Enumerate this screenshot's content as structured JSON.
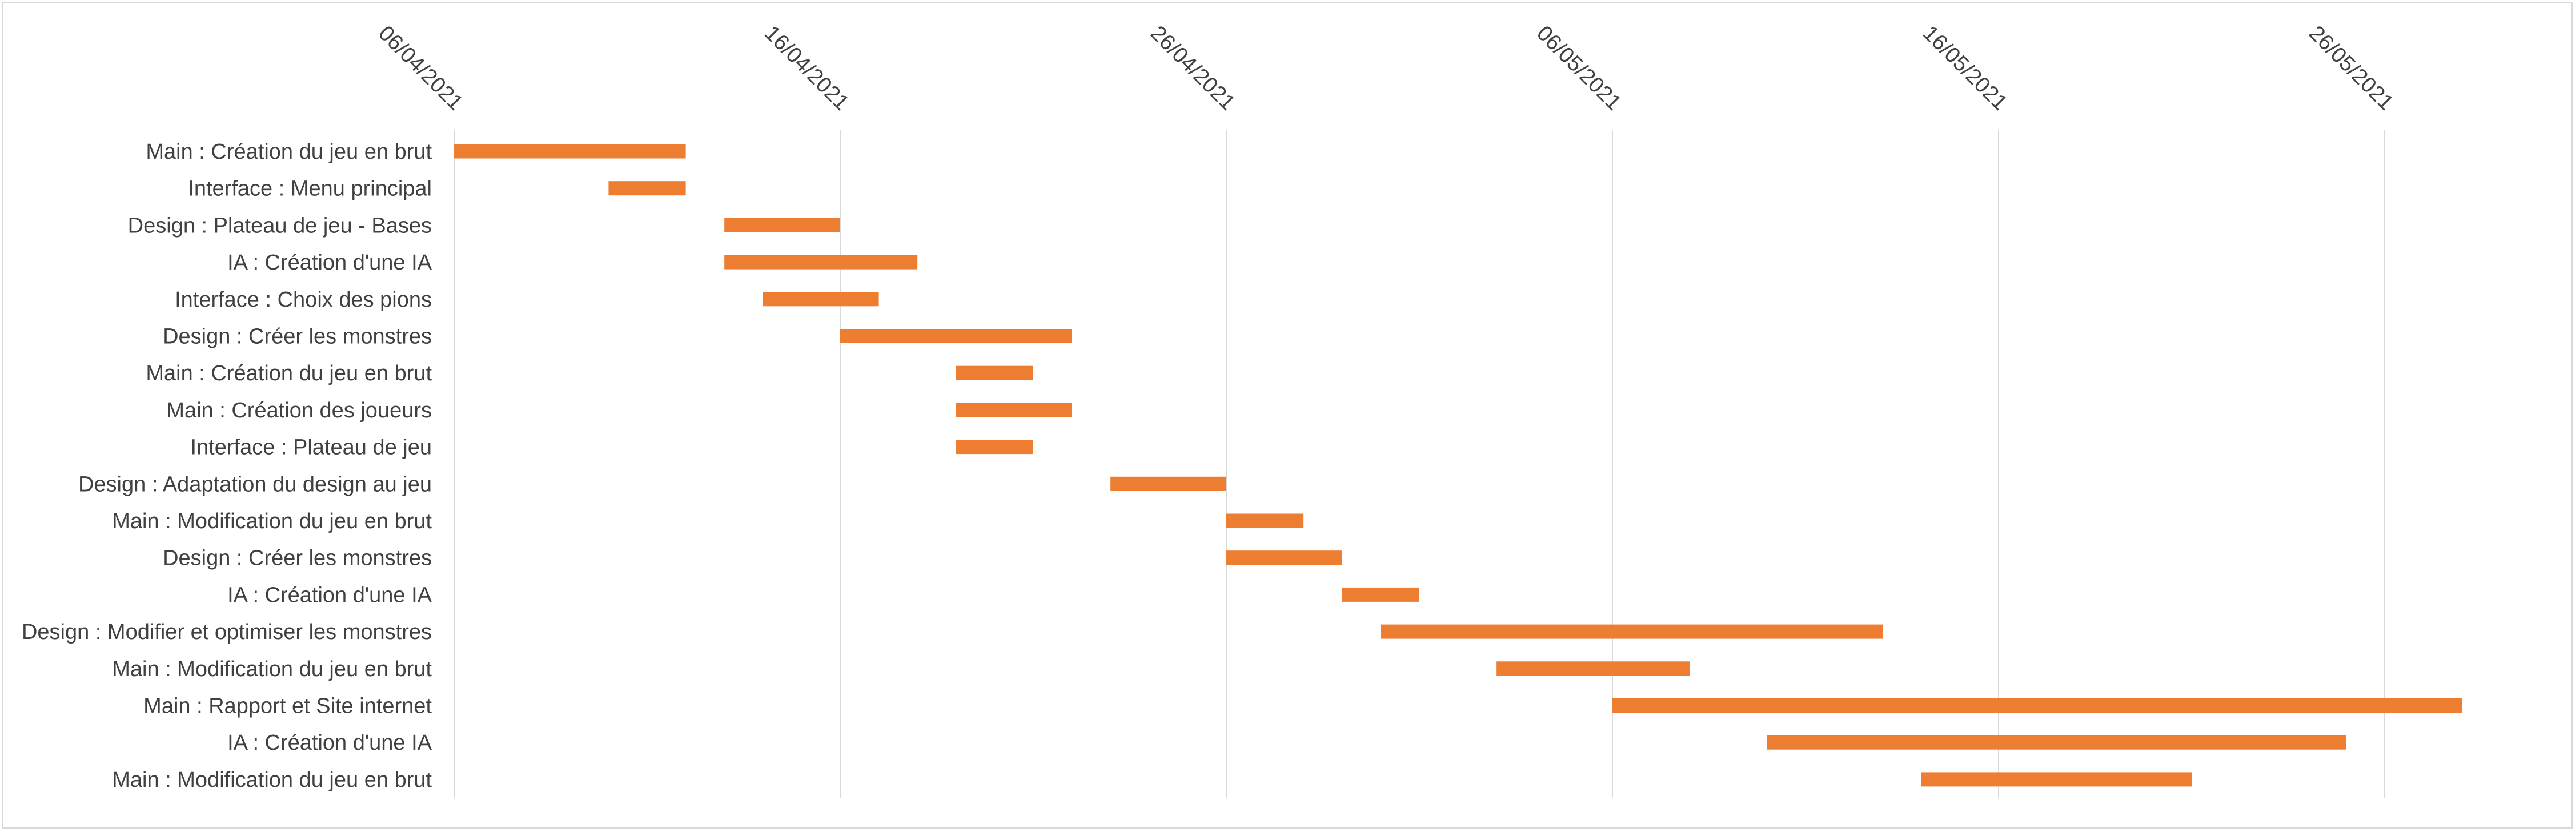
{
  "chart_data": {
    "type": "bar",
    "orientation": "horizontal-gantt",
    "title": "",
    "xlabel": "",
    "ylabel": "",
    "x_axis_position": "top",
    "grid": "vertical",
    "bar_color": "#ed7d31",
    "xlim": [
      "2021-04-06",
      "2021-05-28"
    ],
    "x_ticks": [
      "06/04/2021",
      "16/04/2021",
      "26/04/2021",
      "06/05/2021",
      "16/05/2021",
      "26/05/2021"
    ],
    "tasks": [
      {
        "label": "Main : Création du jeu en brut",
        "start": "2021-04-06",
        "end": "2021-04-12"
      },
      {
        "label": "Interface : Menu principal",
        "start": "2021-04-10",
        "end": "2021-04-12"
      },
      {
        "label": "Design : Plateau de jeu - Bases",
        "start": "2021-04-13",
        "end": "2021-04-16"
      },
      {
        "label": "IA : Création d'une IA",
        "start": "2021-04-13",
        "end": "2021-04-18"
      },
      {
        "label": "Interface : Choix des pions",
        "start": "2021-04-14",
        "end": "2021-04-17"
      },
      {
        "label": "Design : Créer les monstres",
        "start": "2021-04-16",
        "end": "2021-04-22"
      },
      {
        "label": "Main : Création du jeu en brut",
        "start": "2021-04-19",
        "end": "2021-04-21"
      },
      {
        "label": "Main : Création des joueurs",
        "start": "2021-04-19",
        "end": "2021-04-22"
      },
      {
        "label": "Interface : Plateau de jeu",
        "start": "2021-04-19",
        "end": "2021-04-21"
      },
      {
        "label": "Design : Adaptation du design au jeu",
        "start": "2021-04-23",
        "end": "2021-04-26"
      },
      {
        "label": "Main : Modification du jeu en brut",
        "start": "2021-04-26",
        "end": "2021-04-28"
      },
      {
        "label": "Design : Créer les monstres",
        "start": "2021-04-26",
        "end": "2021-04-29"
      },
      {
        "label": "IA : Création d'une IA",
        "start": "2021-04-29",
        "end": "2021-05-01"
      },
      {
        "label": "Design : Modifier et optimiser les monstres",
        "start": "2021-04-30",
        "end": "2021-05-13"
      },
      {
        "label": "Main : Modification du jeu en brut",
        "start": "2021-05-03",
        "end": "2021-05-08"
      },
      {
        "label": "Main : Rapport et Site internet",
        "start": "2021-05-06",
        "end": "2021-05-28"
      },
      {
        "label": "IA : Création d'une IA",
        "start": "2021-05-10",
        "end": "2021-05-25"
      },
      {
        "label": "Main : Modification du jeu en brut",
        "start": "2021-05-14",
        "end": "2021-05-21"
      }
    ]
  }
}
